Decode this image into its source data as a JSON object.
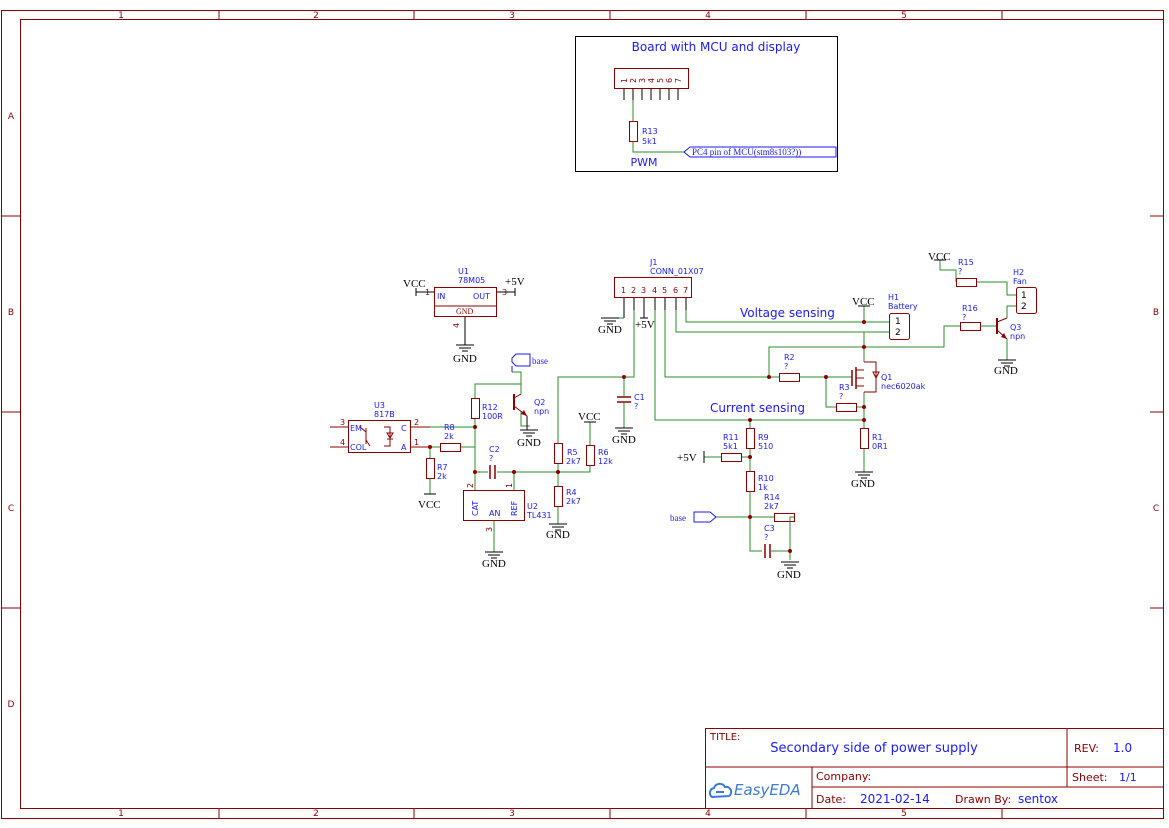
{
  "frame": {
    "columns": [
      "1",
      "2",
      "3",
      "4",
      "5"
    ],
    "rows": [
      "A",
      "B",
      "C",
      "D"
    ]
  },
  "colors": {
    "frame": "#8b0000",
    "wire": "#2e8b2e",
    "component": "#8b0000",
    "text_blue": "#1a1aff",
    "net": "#000000"
  },
  "mcu_board": {
    "title": "Board with MCU and display",
    "header_pins": [
      "1",
      "2",
      "3",
      "4",
      "5",
      "6",
      "7"
    ],
    "r13_ref": "R13",
    "r13_value": "5k1",
    "pc4_flag": "PC4 pin of MCU(stm8s103?))",
    "pwm_label": "PWM"
  },
  "u1": {
    "ref": "U1",
    "value": "78M05",
    "pin_in": "IN",
    "pin_out": "OUT",
    "pin_gnd": "GND",
    "num_in": "1",
    "num_out": "3",
    "num_gnd": "4",
    "vcc": "VCC",
    "plus5v": "+5V",
    "gnd": "GND"
  },
  "j1": {
    "ref": "J1",
    "value": "CONN_01X07",
    "pins": [
      "1",
      "2",
      "3",
      "4",
      "5",
      "6",
      "7"
    ],
    "gnd": "GND",
    "plus5v": "+5V"
  },
  "h1": {
    "ref": "H1",
    "value": "Battery",
    "pins": [
      "1",
      "2"
    ],
    "vcc": "VCC"
  },
  "h2": {
    "ref": "H2",
    "value": "Fan",
    "pins": [
      "1",
      "2"
    ]
  },
  "r15": {
    "ref": "R15",
    "value": "?",
    "vcc": "VCC"
  },
  "r16": {
    "ref": "R16",
    "value": "?"
  },
  "q3": {
    "ref": "Q3",
    "value": "npn",
    "gnd": "GND"
  },
  "labels": {
    "voltage": "Voltage sensing",
    "current": "Current sensing"
  },
  "r2": {
    "ref": "R2",
    "value": "?"
  },
  "r3": {
    "ref": "R3",
    "value": "?"
  },
  "q1": {
    "ref": "Q1",
    "value": "nec6020ak"
  },
  "r1": {
    "ref": "R1",
    "value": "0R1",
    "gnd": "GND"
  },
  "base_flag": "base",
  "r12": {
    "ref": "R12",
    "value": "100R"
  },
  "q2": {
    "ref": "Q2",
    "value": "npn",
    "gnd": "GND"
  },
  "u3": {
    "ref": "U3",
    "value": "817B",
    "em": "EM",
    "col": "COL",
    "c": "C",
    "a": "A",
    "p3": "3",
    "p4": "4",
    "p2": "2",
    "p1": "1"
  },
  "r8": {
    "ref": "R8",
    "value": "2k"
  },
  "r7": {
    "ref": "R7",
    "value": "2k",
    "vcc": "VCC"
  },
  "c2": {
    "ref": "C2",
    "value": "?"
  },
  "u2": {
    "ref": "U2",
    "value": "TL431",
    "cat": "CAT",
    "an": "AN",
    "ref_pin": "REF",
    "n2": "2",
    "n1": "1",
    "n3": "3",
    "gnd": "GND"
  },
  "r5": {
    "ref": "R5",
    "value": "2k7"
  },
  "r6": {
    "ref": "R6",
    "value": "12k",
    "vcc": "VCC"
  },
  "r4": {
    "ref": "R4",
    "value": "2k7",
    "gnd": "GND"
  },
  "c1": {
    "ref": "C1",
    "value": "?",
    "gnd": "GND"
  },
  "r11": {
    "ref": "R11",
    "value": "5k1",
    "plus5v": "+5V"
  },
  "r9": {
    "ref": "R9",
    "value": "510"
  },
  "r10": {
    "ref": "R10",
    "value": "1k"
  },
  "r14": {
    "ref": "R14",
    "value": "2k7"
  },
  "c3": {
    "ref": "C3",
    "value": "?",
    "gnd": "GND"
  },
  "title_block": {
    "title_label": "TITLE:",
    "title": "Secondary side of power supply",
    "rev_label": "REV:",
    "rev": "1.0",
    "company_label": "Company:",
    "company": "",
    "sheet_label": "Sheet:",
    "sheet": "1/1",
    "date_label": "Date:",
    "date": "2021-02-14",
    "drawn_label": "Drawn By:",
    "drawn": "sentox",
    "logo_text": "EasyEDA"
  }
}
